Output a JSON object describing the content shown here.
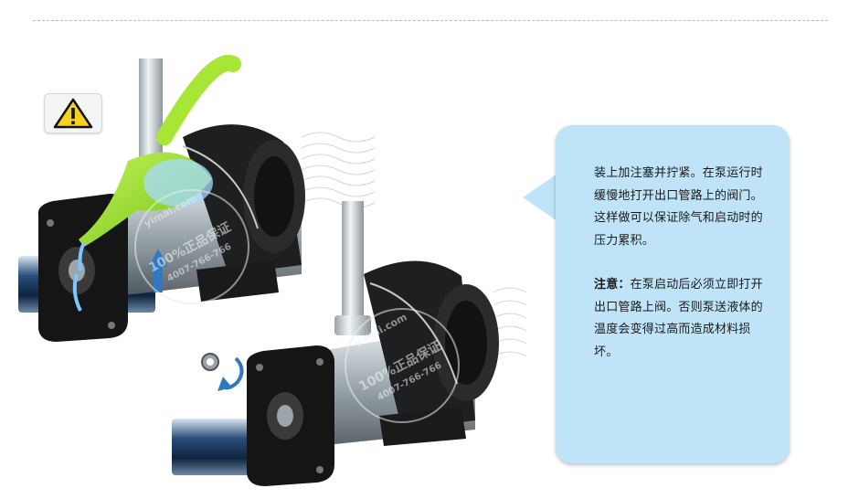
{
  "instruction": {
    "step_text": "装上加注塞并拧紧。在泵运行时缓慢地打开出口管路上的阀门。这样做可以保证除气和启动时的压力累积。",
    "note_label": "注意：",
    "note_text": "在泵启动后必须立即打开出口管路上阀。否则泵送液体的温度会变得过高而造成材料损坏。"
  },
  "watermark": {
    "line1": "100%正品保证",
    "line2": "4007-766-766",
    "url": "yimai.com"
  },
  "icons": {
    "warning": "warning-triangle-icon",
    "rotate": "rotate-arrow-icon",
    "up": "up-arrow-icon"
  },
  "colors": {
    "bubble": "#bfe4f7",
    "funnel": "#9ee22a",
    "pump_dark": "#1b1b1b",
    "pump_steel": "#b9c3c8",
    "arrow_blue": "#2f78c4"
  }
}
